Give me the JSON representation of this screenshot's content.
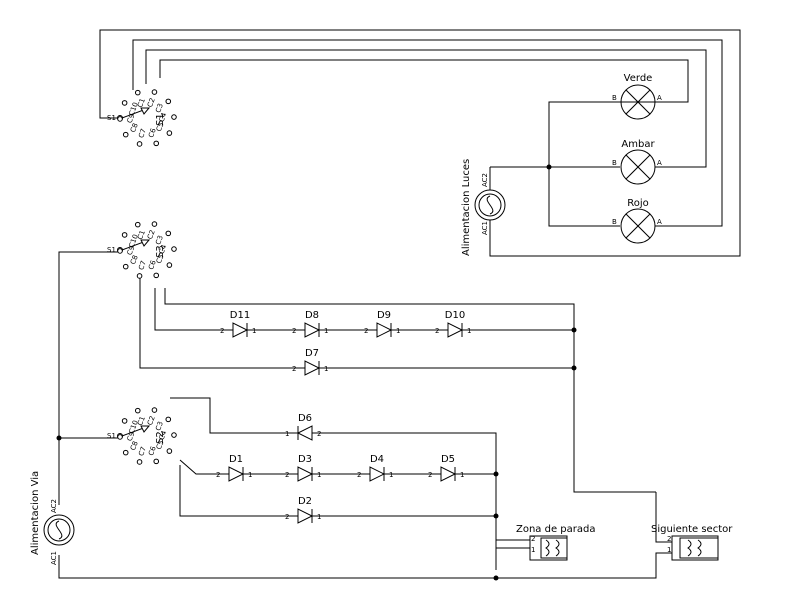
{
  "lamps": [
    {
      "label": "Verde",
      "pin_b": "B",
      "pin_a": "A"
    },
    {
      "label": "Ambar",
      "pin_b": "B",
      "pin_a": "A"
    },
    {
      "label": "Rojo",
      "pin_b": "B",
      "pin_a": "A"
    }
  ],
  "sources": {
    "luces": {
      "label": "Alimentacion Luces",
      "pin_top": "AC2",
      "pin_bottom": "AC1"
    },
    "via": {
      "label": "Alimentacion Via",
      "pin_top": "AC2",
      "pin_bottom": "AC1"
    }
  },
  "switches": {
    "s1": {
      "name": "S1",
      "common": "S1",
      "contacts": [
        "C1",
        "C2",
        "C3",
        "C4",
        "C5",
        "C6",
        "C7",
        "C8",
        "C9",
        "C10"
      ]
    },
    "s3": {
      "name": "S3",
      "common": "S1",
      "contacts": [
        "C1",
        "C2",
        "C3",
        "C4",
        "C5",
        "C6",
        "C7",
        "C8",
        "C9",
        "C10"
      ]
    },
    "s2": {
      "name": "S2",
      "common": "S1",
      "contacts": [
        "C1",
        "C2",
        "C3",
        "C4",
        "C5",
        "C6",
        "C7",
        "C8",
        "C9",
        "C10"
      ]
    }
  },
  "diodes": [
    {
      "name": "D11",
      "pin_in": "2",
      "pin_out": "1"
    },
    {
      "name": "D8",
      "pin_in": "2",
      "pin_out": "1"
    },
    {
      "name": "D9",
      "pin_in": "2",
      "pin_out": "1"
    },
    {
      "name": "D10",
      "pin_in": "2",
      "pin_out": "1"
    },
    {
      "name": "D7",
      "pin_in": "2",
      "pin_out": "1"
    },
    {
      "name": "D6",
      "pin_in": "1",
      "pin_out": "2"
    },
    {
      "name": "D1",
      "pin_in": "2",
      "pin_out": "1"
    },
    {
      "name": "D3",
      "pin_in": "2",
      "pin_out": "1"
    },
    {
      "name": "D4",
      "pin_in": "2",
      "pin_out": "1"
    },
    {
      "name": "D5",
      "pin_in": "2",
      "pin_out": "1"
    },
    {
      "name": "D2",
      "pin_in": "2",
      "pin_out": "1"
    }
  ],
  "connectors": [
    {
      "label": "Zona de parada",
      "pin_top": "2",
      "pin_bottom": "1"
    },
    {
      "label": "Siguiente sector",
      "pin_top": "2",
      "pin_bottom": "1"
    }
  ]
}
